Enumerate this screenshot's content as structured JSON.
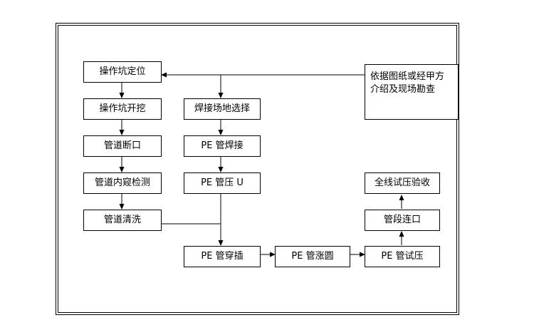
{
  "nodes": [
    {
      "id": "n1",
      "label": "操作坑定位"
    },
    {
      "id": "n2",
      "label": "操作坑开挖"
    },
    {
      "id": "n3",
      "label": "管道断口"
    },
    {
      "id": "n4",
      "label": "管道内窥检测"
    },
    {
      "id": "n5",
      "label": "管道清洗"
    },
    {
      "id": "n6",
      "label": "焊接场地选择"
    },
    {
      "id": "n7",
      "label": "PE 管焊接"
    },
    {
      "id": "n8",
      "label": "PE 管压 U"
    },
    {
      "id": "n9",
      "label": "PE 管穿插"
    },
    {
      "id": "n10",
      "label": "PE 管涨圆"
    },
    {
      "id": "n11",
      "label": "PE 管试压"
    },
    {
      "id": "n12",
      "label": "管段连口"
    },
    {
      "id": "n13",
      "label": "全线试压验收"
    },
    {
      "id": "n14",
      "label": "依据图纸或经甲方介绍及现场勘查"
    }
  ],
  "edges": [
    {
      "from": "n14",
      "to": "n1"
    },
    {
      "from": "n14",
      "to": "n6"
    },
    {
      "from": "n1",
      "to": "n2"
    },
    {
      "from": "n2",
      "to": "n3"
    },
    {
      "from": "n3",
      "to": "n4"
    },
    {
      "from": "n4",
      "to": "n5"
    },
    {
      "from": "n6",
      "to": "n7"
    },
    {
      "from": "n7",
      "to": "n8"
    },
    {
      "from": "n5",
      "to": "n9"
    },
    {
      "from": "n8",
      "to": "n9"
    },
    {
      "from": "n9",
      "to": "n10"
    },
    {
      "from": "n10",
      "to": "n11"
    },
    {
      "from": "n11",
      "to": "n12"
    },
    {
      "from": "n12",
      "to": "n13"
    }
  ]
}
